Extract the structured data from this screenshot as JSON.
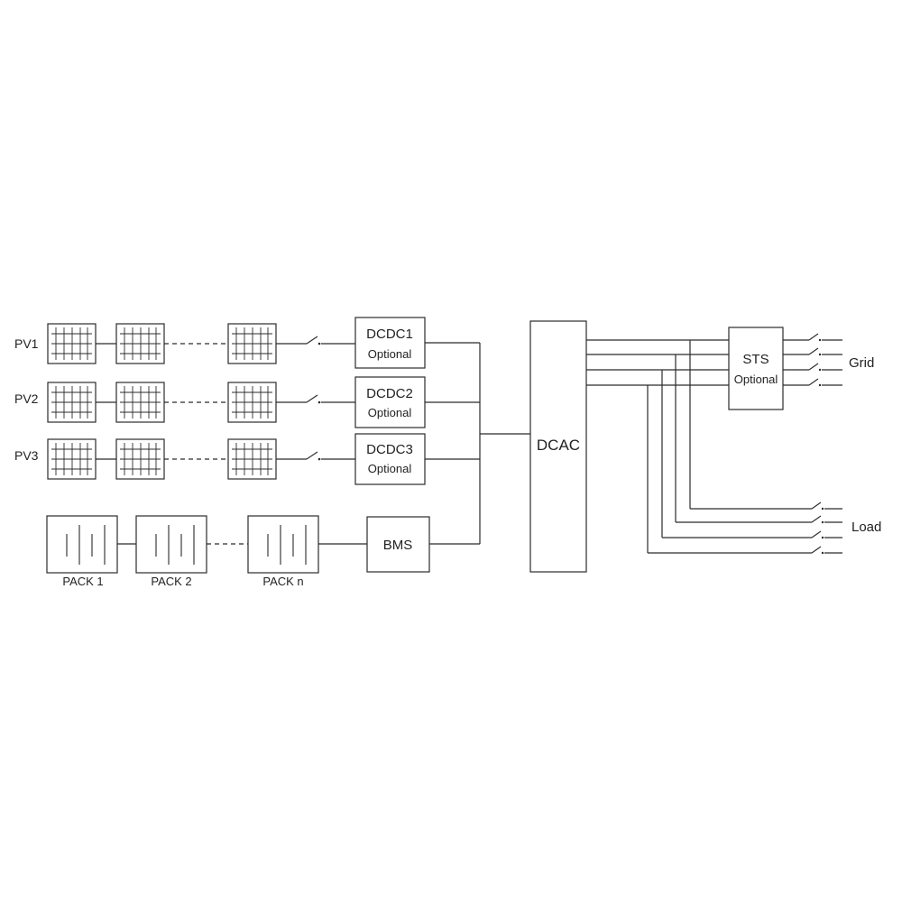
{
  "pv_strings": [
    {
      "label": "PV1",
      "converter": "DCDC1",
      "note": "Optional"
    },
    {
      "label": "PV2",
      "converter": "DCDC2",
      "note": "Optional"
    },
    {
      "label": "PV3",
      "converter": "DCDC3",
      "note": "Optional"
    }
  ],
  "battery": {
    "packs": [
      "PACK 1",
      "PACK 2",
      "PACK n"
    ],
    "bms": "BMS"
  },
  "inverter": "DCAC",
  "sts": {
    "name": "STS",
    "note": "Optional"
  },
  "outputs": {
    "grid": "Grid",
    "load": "Load"
  }
}
